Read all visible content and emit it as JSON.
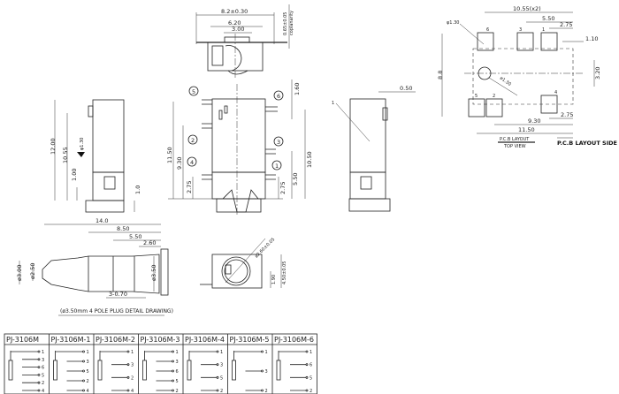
{
  "top_view": {
    "width": "8.2±0.30",
    "inner_width": "6.20",
    "slot_width": "3.00",
    "coplanarity_value": "0.65±0.05",
    "coplanarity_label": "coplanarity"
  },
  "front_view": {
    "callouts": [
      "1",
      "2",
      "3",
      "4",
      "5",
      "6"
    ],
    "dims": {
      "h_11_50": "11.50",
      "h_9_30": "9.30",
      "h_2_75_left": "2.75",
      "h_10_50": "10.50",
      "h_5_50": "5.50",
      "h_2_75_right": "2.75",
      "pin_1_60": "1.60"
    }
  },
  "side_view": {
    "dims": {
      "h_12_00": "12.00",
      "h_10_55": "10.55",
      "h_1_00": "1.00",
      "h_1_0": "1.0",
      "hole": "φ1.30"
    }
  },
  "right_view": {
    "callout": "1",
    "dim_0_50": "0.50"
  },
  "plug": {
    "len_14": "14.0",
    "len_8_50": "8.50",
    "len_5_50": "5.50",
    "len_2_60": "2.60",
    "dia_3_00": "ø3.00",
    "dia_2_50": "ø2.50",
    "dia_3_50": "ø3.50",
    "ring": "3-0.70",
    "caption": "(ø3.50mm 4 POLE PLUG DETAIL DRAWING)"
  },
  "bottom_view": {
    "dia": "ø2.60±0.05",
    "h_4_50": "4.50±0.05",
    "h_1_90": "1.90"
  },
  "pcb": {
    "dim_10_55": "10.55(x2)",
    "dim_5_50": "5.50",
    "dim_2_75_top": "2.75",
    "dim_1_10": "1.10",
    "dim_3_20": "3.20",
    "dim_8_8": "8.8",
    "dim_2_75_bottom": "2.75",
    "dim_9_30": "9.30",
    "dim_11_50": "11.50",
    "hole_small": "φ1.30",
    "hole_big": "ø1.30",
    "pins": [
      "6",
      "3",
      "1",
      "5",
      "2",
      "4"
    ],
    "title": "P.C.B LAYOUT",
    "subtitle": "TOP VIEW",
    "side_label": "P.C.B LAYOUT SIDE"
  },
  "table": {
    "columns": [
      {
        "model": "PJ-3106M",
        "pins": [
          "1",
          "3",
          "6",
          "5",
          "2",
          "4"
        ]
      },
      {
        "model": "PJ-3106M-1",
        "pins": [
          "1",
          "3",
          "5",
          "2",
          "4"
        ]
      },
      {
        "model": "PJ-3106M-2",
        "pins": [
          "1",
          "3",
          "2",
          "4"
        ]
      },
      {
        "model": "PJ-3106M-3",
        "pins": [
          "1",
          "3",
          "6",
          "5",
          "2"
        ]
      },
      {
        "model": "PJ-3106M-4",
        "pins": [
          "1",
          "3",
          "5",
          "2"
        ]
      },
      {
        "model": "PJ-3106M-5",
        "pins": [
          "1",
          "3",
          "2"
        ]
      },
      {
        "model": "PJ-3106M-6",
        "pins": [
          "1",
          "6",
          "5",
          "2"
        ]
      }
    ]
  }
}
